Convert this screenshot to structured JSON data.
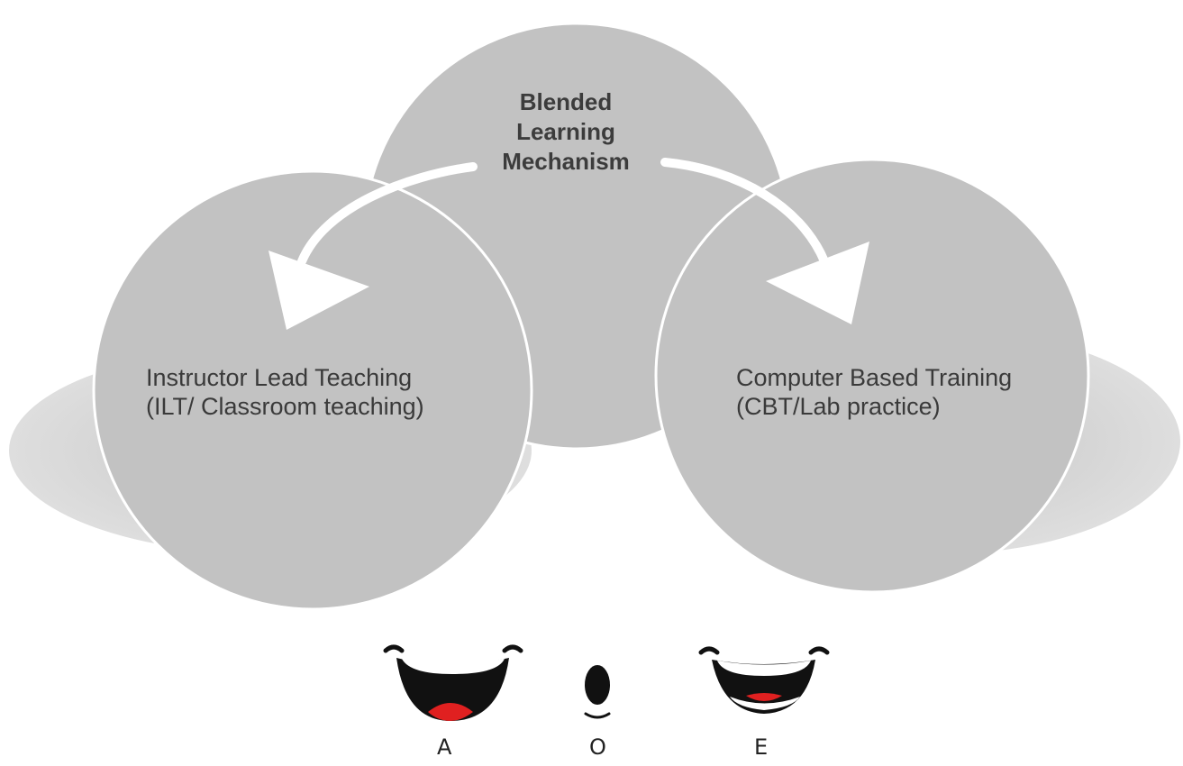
{
  "diagram": {
    "center": {
      "lines": [
        "Blended",
        "Learning",
        "Mechanism"
      ]
    },
    "left": {
      "lines": [
        "Instructor Lead Teaching",
        "(ILT/ Classroom teaching)"
      ]
    },
    "right": {
      "lines": [
        "Computer Based Training",
        "(CBT/Lab practice)"
      ]
    },
    "colors": {
      "circle_fill": "#c2c2c2",
      "circle_stroke": "#ffffff",
      "shadow": "#d6d6d6",
      "arrow": "#ffffff",
      "mouth": "#111111",
      "tongue": "#e02020"
    }
  },
  "mouths": {
    "letters": [
      "A",
      "O",
      "E"
    ]
  }
}
